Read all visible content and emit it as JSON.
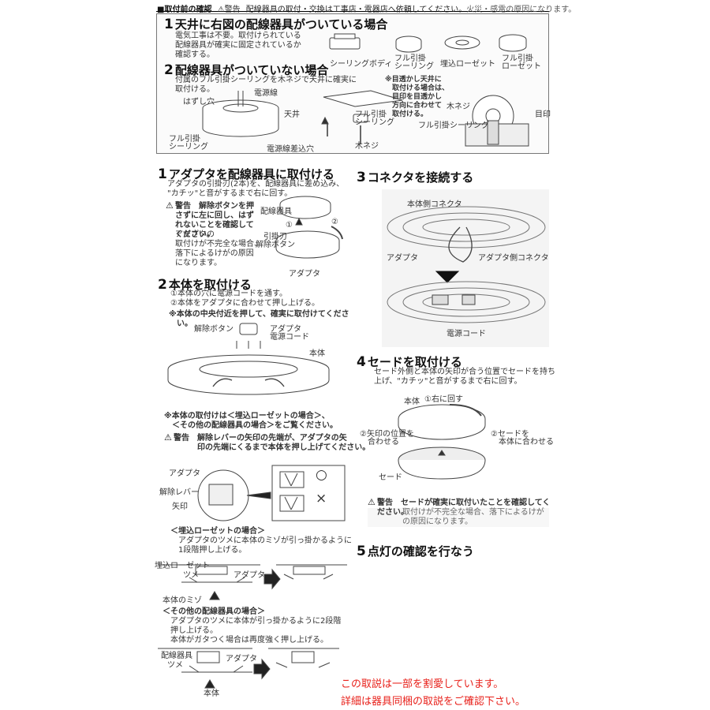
{
  "header": {
    "title": "■取付前の確認",
    "warning_icon": "⚠",
    "warning_label": "警告",
    "warning_text": "配線器具の取付・交換は工事店・電器店へ依頼してください。",
    "warning_tail": "火災・感電の原因になります。"
  },
  "pre": {
    "s1": {
      "num": "1",
      "title": "天井に右図の配線器具がついている場合",
      "body": "電気工事は不要。取付けられている\n配線器具が確実に固定されているか\n確認する。",
      "fixtures": [
        "シーリングボディ",
        "フル引掛\nシーリング",
        "埋込ローゼット",
        "フル引掛\nローゼット"
      ]
    },
    "s2": {
      "num": "2",
      "title": "配線器具がついていない場合",
      "body": "付属のフル引掛シーリングを木ネジで天井に確実に\n取付ける。",
      "labels": {
        "power_wire": "電源線",
        "hole": "はずし穴",
        "full_ceiling": "フル引掛\nシーリング",
        "wire_hole": "電源線差込穴",
        "ceiling": "天井",
        "full_ceiling2": "フル引掛\nシーリング",
        "wood_screw": "木ネジ",
        "note": "※目透かし天井に\n　取付ける場合は、\n　目印を目透かし\n　方向に合わせて\n　取付ける。",
        "wood_screw2": "木ネジ",
        "mark": "目印",
        "full_ceiling3": "フル引掛シーリング"
      }
    }
  },
  "step1": {
    "num": "1",
    "title": "アダプタを配線器具に取付ける",
    "body": "アダプタの引掛刃(2本)を、配線器具に差め込み、\n\"カチッ\"と音がするまで右に回す。",
    "warn_icon": "⚠",
    "warn_bold": "警告　解除ボタンを押\nさずに左に回し、はず\nれないことを確認して\nください。",
    "warn_rest": "アダプタの\n取付けが不完全な場合、\n落下によるけがの原因\nになります。",
    "labels": {
      "fixture": "配線器具",
      "c1": "①",
      "c2": "②",
      "blade": "引掛刃",
      "release": "解除ボタン",
      "adapter": "アダプタ"
    }
  },
  "step2": {
    "num": "2",
    "title": "本体を取付ける",
    "body": "①本体の穴に電源コードを通す。\n②本体をアダプタに合わせて押し上げる。",
    "note": "※本体の中央付近を押して、確実に取付けてくださ\n　い。",
    "labels": {
      "release": "解除ボタン",
      "adapter": "アダプタ",
      "cord": "電源コード",
      "body": "本体"
    },
    "note2": "※本体の取付けは＜埋込ローゼットの場合＞、\n　＜その他の配線器具の場合＞をご覧ください。",
    "warn_icon": "⚠",
    "warn": "警告　解除レバーの矢印の先端が、アダプタの矢\n　　　印の先端にくるまで本体を押し上げてください。",
    "labels2": {
      "adapter": "アダプタ",
      "lever": "解除レバー",
      "arrow": "矢印",
      "ok": "○",
      "ng": "×"
    },
    "case1_title": "＜埋込ローゼットの場合＞",
    "case1_body": "アダプタのツメに本体のミゾが引っ掛かるように\n1段階押し上げる。",
    "case1_labels": {
      "rosette": "埋込ローゼット",
      "claw": "ツメ",
      "adapter": "アダプタ",
      "groove": "本体のミゾ"
    },
    "case2_title": "＜その他の配線器具の場合＞",
    "case2_body": "アダプタのツメに本体が引っ掛かるように2段階\n押し上げる。\n本体がガタつく場合は再度強く押し上げる。",
    "case2_labels": {
      "fixture": "配線器具",
      "claw": "ツメ",
      "adapter": "アダプタ",
      "body": "本体"
    }
  },
  "step3": {
    "num": "3",
    "title": "コネクタを接続する",
    "labels": {
      "body_conn": "本体側コネクタ",
      "adapter": "アダプタ",
      "adapter_conn": "アダプタ側コネクタ",
      "cord": "電源コード"
    }
  },
  "step4": {
    "num": "4",
    "title": "セードを取付ける",
    "body": "セード外側と本体の矢印が合う位置でセードを持ち\n上げ、\"カチッ\"と音がするまで右に回す。",
    "labels": {
      "body": "本体",
      "turn": "①右に回す",
      "align": "②矢印の位置を\n　合わせる",
      "align2": "②セードを\n　本体に合わせる",
      "shade": "セード"
    },
    "warn_icon": "⚠",
    "warn_bold": "警告　セードが確実に取付いたことを確認してく\nださい。",
    "warn_rest": "取付けが不完全な場合、落下によるけが\nの原因になります。"
  },
  "step5": {
    "num": "5",
    "title": "点灯の確認を行なう"
  },
  "footer": {
    "line1": "この取説は一部を割愛しています。",
    "line2": "詳細は器具同梱の取説をご確認下さい。"
  }
}
